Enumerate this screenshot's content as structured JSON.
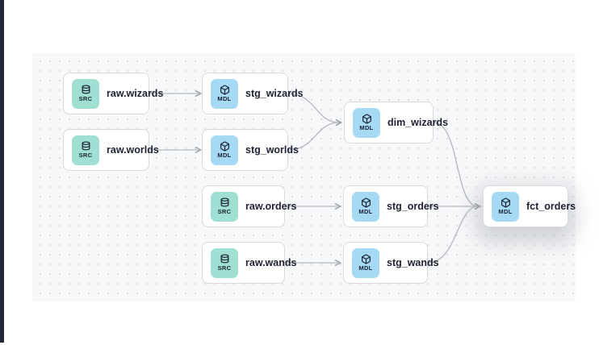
{
  "canvas": {
    "background": "#f7f8f9",
    "dot_color": "#d9dbe0"
  },
  "colors": {
    "source_badge_bg": "#9fe0d2",
    "model_badge_bg": "#a6d9f4",
    "badge_text": "#1b2133",
    "node_border": "#d8dade",
    "node_label": "#1e2233",
    "edge": "#b4b7be",
    "arrow": "#9aa0a8",
    "left_bar": "#232839"
  },
  "nodes": {
    "raw_wizards": {
      "label": "raw.wizards",
      "badge": "SRC",
      "kind": "source",
      "icon": "database-icon"
    },
    "stg_wizards": {
      "label": "stg_wizards",
      "badge": "MDL",
      "kind": "model",
      "icon": "cube-icon"
    },
    "raw_worlds": {
      "label": "raw.worlds",
      "badge": "SRC",
      "kind": "source",
      "icon": "database-icon"
    },
    "stg_worlds": {
      "label": "stg_worlds",
      "badge": "MDL",
      "kind": "model",
      "icon": "cube-icon"
    },
    "dim_wizards": {
      "label": "dim_wizards",
      "badge": "MDL",
      "kind": "model",
      "icon": "cube-icon"
    },
    "raw_orders": {
      "label": "raw.orders",
      "badge": "SRC",
      "kind": "source",
      "icon": "database-icon"
    },
    "stg_orders": {
      "label": "stg_orders",
      "badge": "MDL",
      "kind": "model",
      "icon": "cube-icon"
    },
    "raw_wands": {
      "label": "raw.wands",
      "badge": "SRC",
      "kind": "source",
      "icon": "database-icon"
    },
    "stg_wands": {
      "label": "stg_wands",
      "badge": "MDL",
      "kind": "model",
      "icon": "cube-icon"
    },
    "fct_orders": {
      "label": "fct_orders",
      "badge": "MDL",
      "kind": "model",
      "icon": "cube-icon",
      "highlighted": true
    }
  },
  "edges": [
    {
      "from": "raw.wizards",
      "to": "stg_wizards"
    },
    {
      "from": "raw.worlds",
      "to": "stg_worlds"
    },
    {
      "from": "stg_wizards",
      "to": "dim_wizards"
    },
    {
      "from": "stg_worlds",
      "to": "dim_wizards"
    },
    {
      "from": "raw.orders",
      "to": "stg_orders"
    },
    {
      "from": "raw.wands",
      "to": "stg_wands"
    },
    {
      "from": "dim_wizards",
      "to": "fct_orders"
    },
    {
      "from": "stg_orders",
      "to": "fct_orders"
    },
    {
      "from": "stg_wands",
      "to": "fct_orders"
    }
  ]
}
